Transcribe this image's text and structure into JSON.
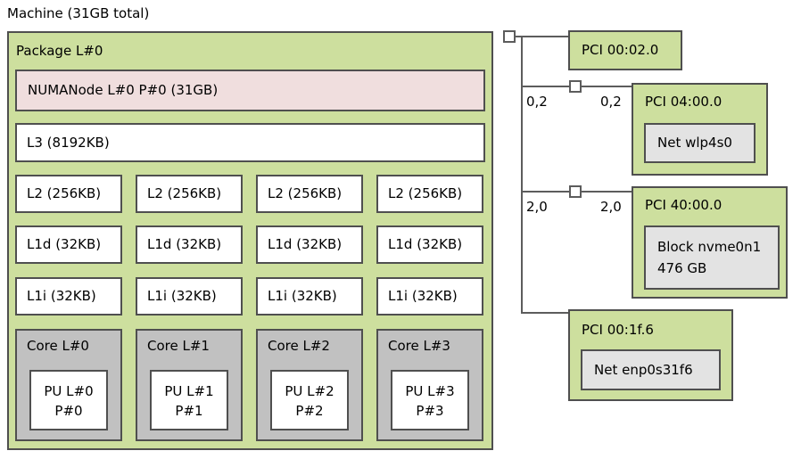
{
  "machine": {
    "label": "Machine (31GB total)"
  },
  "package": {
    "label": "Package L#0"
  },
  "numanode": {
    "label": "NUMANode L#0 P#0 (31GB)"
  },
  "caches": {
    "l3": "L3 (8192KB)",
    "l2": [
      "L2 (256KB)",
      "L2 (256KB)",
      "L2 (256KB)",
      "L2 (256KB)"
    ],
    "l1d": [
      "L1d (32KB)",
      "L1d (32KB)",
      "L1d (32KB)",
      "L1d (32KB)"
    ],
    "l1i": [
      "L1i (32KB)",
      "L1i (32KB)",
      "L1i (32KB)",
      "L1i (32KB)"
    ]
  },
  "cores": [
    {
      "label": "Core L#0",
      "pu_logical": "PU L#0",
      "pu_physical": "P#0"
    },
    {
      "label": "Core L#1",
      "pu_logical": "PU L#1",
      "pu_physical": "P#1"
    },
    {
      "label": "Core L#2",
      "pu_logical": "PU L#2",
      "pu_physical": "P#2"
    },
    {
      "label": "Core L#3",
      "pu_logical": "PU L#3",
      "pu_physical": "P#3"
    }
  ],
  "pci": {
    "devices": [
      {
        "label": "PCI 00:02.0"
      },
      {
        "label": "PCI 04:00.0",
        "child": "Net wlp4s0",
        "link_upstream": "0,2",
        "link_downstream": "0,2"
      },
      {
        "label": "PCI 40:00.0",
        "child_line1": "Block nvme0n1",
        "child_line2": "476 GB",
        "link_upstream": "2,0",
        "link_downstream": "2,0"
      },
      {
        "label": "PCI 00:1f.6",
        "child": "Net enp0s31f6"
      }
    ]
  },
  "colors": {
    "package-green": "#cddf9e",
    "numa-pink": "#f0dede",
    "core-gray": "#c1c1c1",
    "device-gray": "#e3e3e3",
    "border-dark": "#4f4f4f",
    "line-gray": "#5c5c5c"
  }
}
